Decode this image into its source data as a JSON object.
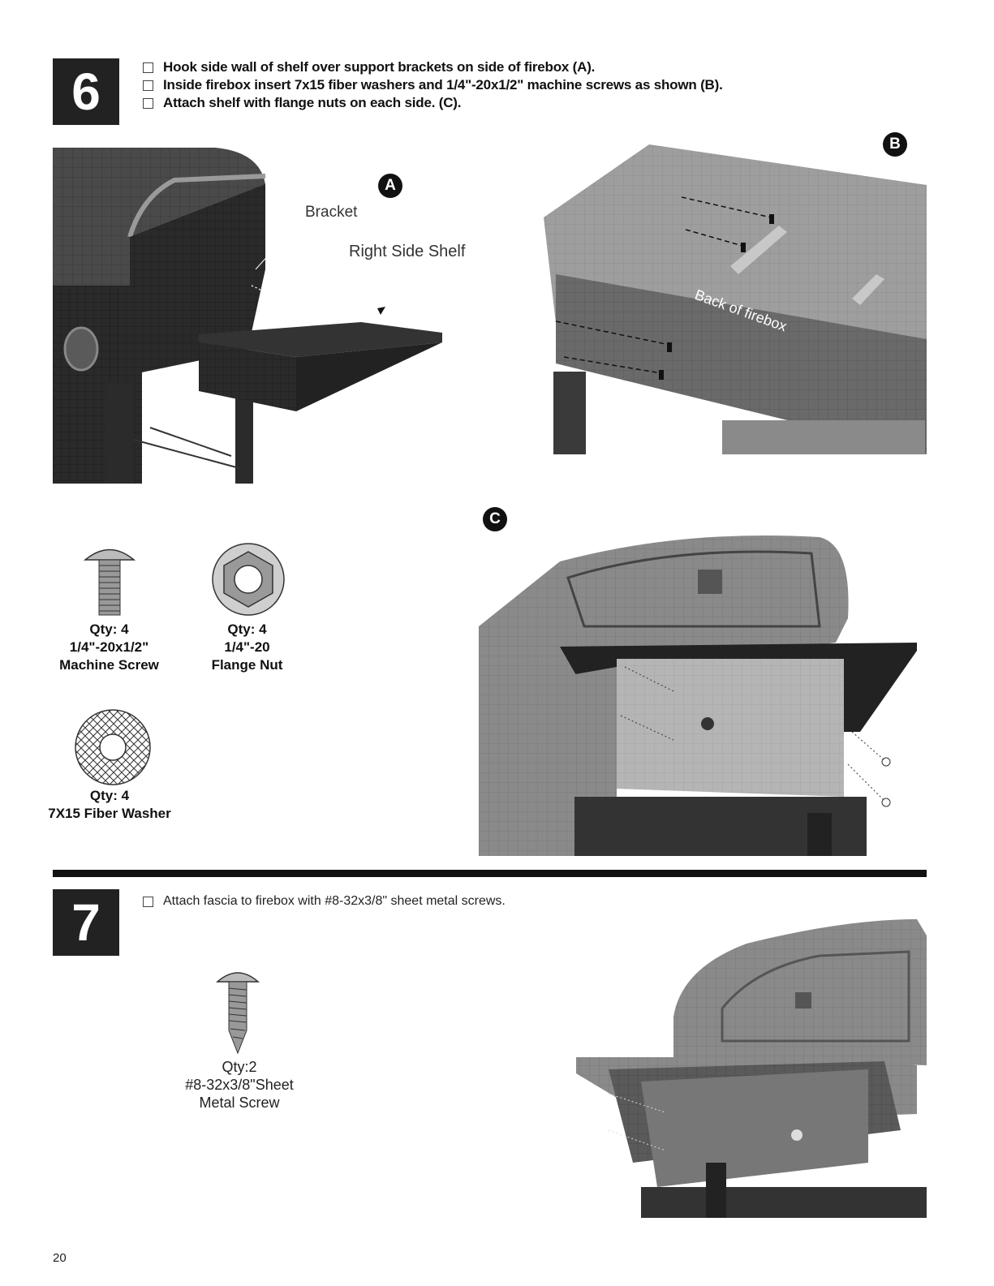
{
  "step6": {
    "number": "6",
    "instructions": [
      "Hook side wall of shelf over support brackets on side of firebox (A).",
      "Inside firebox insert 7x15 fiber washers and 1/4\"-20x1/2\" machine screws as shown (B).",
      "Attach shelf with flange nuts on each side. (C)."
    ],
    "callouts": {
      "a": "A",
      "b": "B",
      "c": "C"
    },
    "labels": {
      "bracket": "Bracket",
      "right_side_shelf": "Right Side Shelf",
      "back_of_firebox": "Back of firebox"
    },
    "hardware": [
      {
        "qty": "Qty: 4",
        "size": "1/4\"-20x1/2\"",
        "name": "Machine Screw"
      },
      {
        "qty": "Qty: 4",
        "size": "1/4\"-20",
        "name": "Flange Nut"
      },
      {
        "qty": "Qty: 4",
        "name": "7X15 Fiber Washer"
      }
    ]
  },
  "step7": {
    "number": "7",
    "instruction": "Attach fascia to firebox with #8-32x3/8\" sheet metal  screws.",
    "hardware": {
      "qty": "Qty:2",
      "size": "#8-32x3/8\"Sheet",
      "name": "Metal Screw"
    }
  },
  "page_number": "20"
}
